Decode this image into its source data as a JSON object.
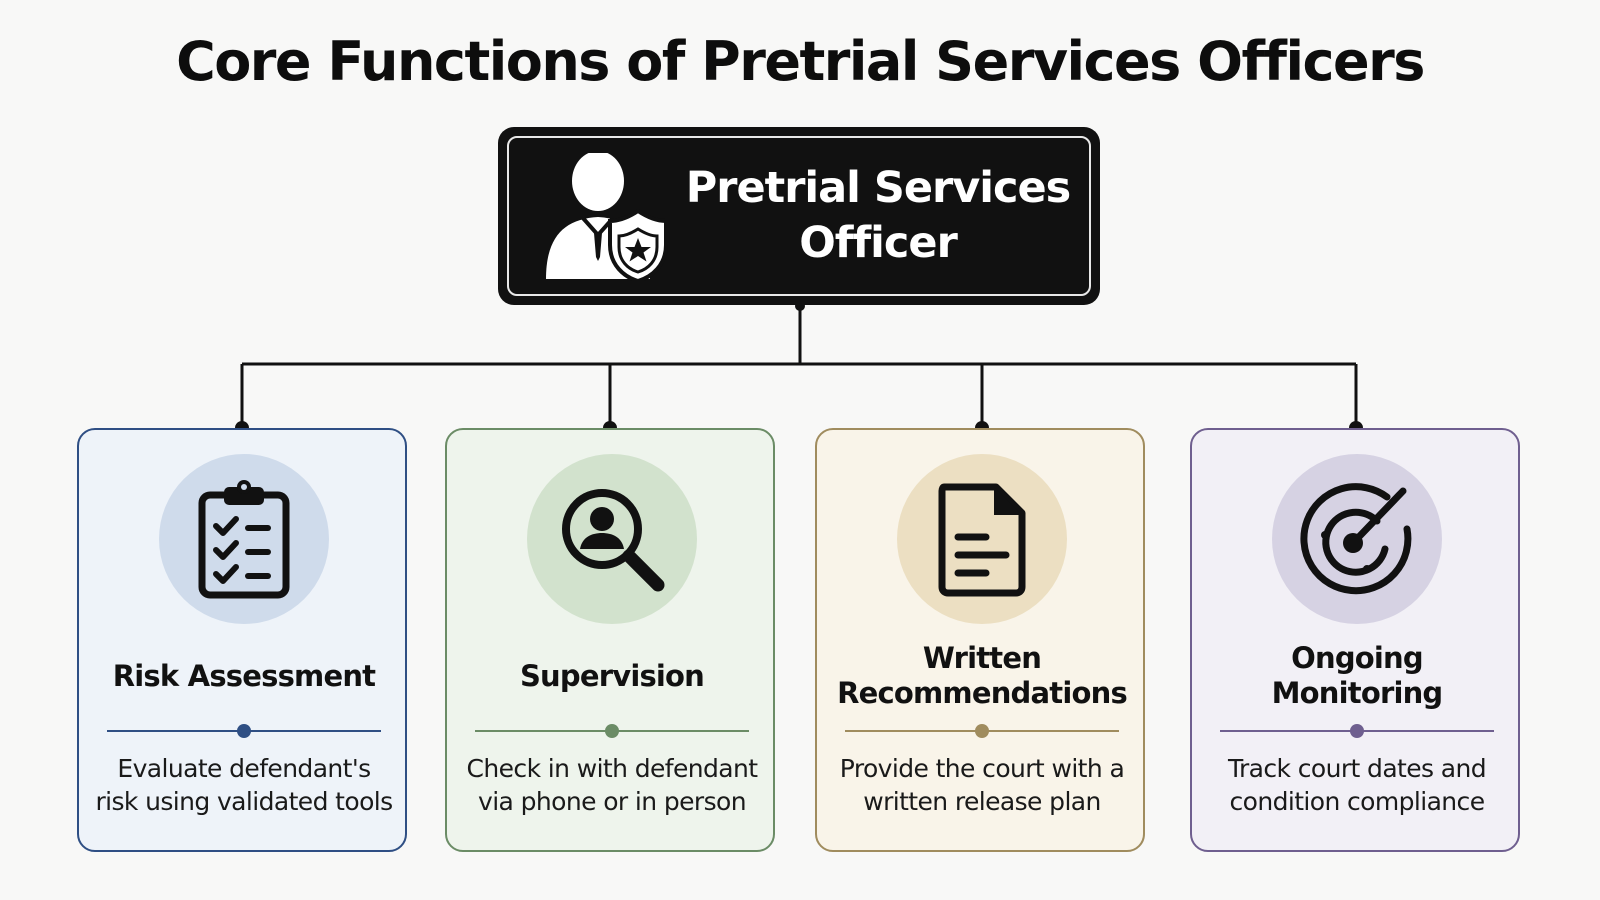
{
  "title": "Core Functions of Pretrial Services Officers",
  "root": {
    "label": "Pretrial Services Officer",
    "icon": "officer-badge-icon"
  },
  "functions": [
    {
      "title": "Risk Assessment",
      "description": "Evaluate defendant's risk using validated tools",
      "icon": "clipboard-checklist-icon",
      "accent": "#2f4f84",
      "circle": "#cfdbeb",
      "background": "#eef3f9"
    },
    {
      "title": "Supervision",
      "description": "Check in with defendant via phone or in person",
      "icon": "magnifier-person-icon",
      "accent": "#6b8c66",
      "circle": "#d2e2cd",
      "background": "#eef4ec"
    },
    {
      "title": "Written Recommendations",
      "description": "Provide the court with a written release plan",
      "icon": "document-icon",
      "accent": "#a08c5e",
      "circle": "#ecdfc2",
      "background": "#f9f4e9"
    },
    {
      "title": "Ongoing Monitoring",
      "description": "Track court dates and condition compliance",
      "icon": "radar-icon",
      "accent": "#6f5f8f",
      "circle": "#d6d2e3",
      "background": "#f2f0f6"
    }
  ]
}
